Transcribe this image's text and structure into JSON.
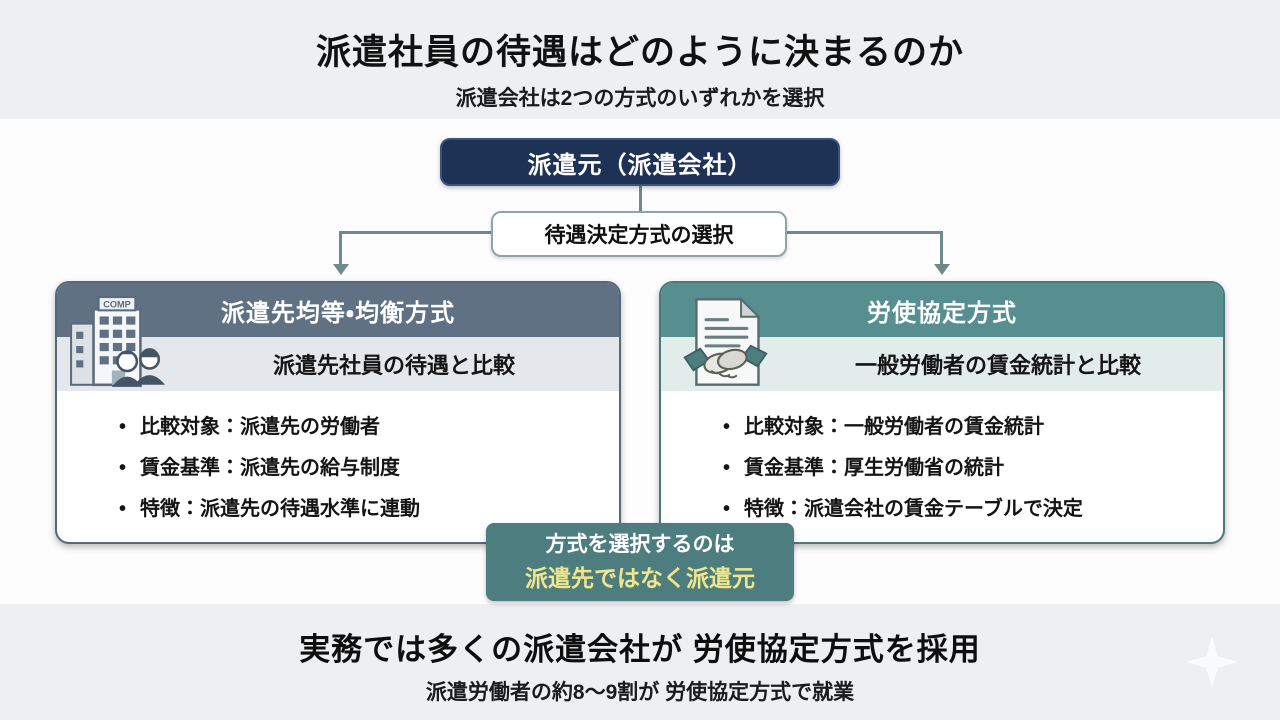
{
  "header": {
    "title": "派遣社員の待遇はどのように決まるのか",
    "subtitle": "派遣会社は2つの方式のいずれかを選択"
  },
  "flow": {
    "source_box": "派遣元（派遣会社）",
    "decision_box": "待遇決定方式の選択"
  },
  "cards": [
    {
      "title": "派遣先均等・均衡方式",
      "subtitle": "派遣先社員の待遇と比較",
      "icon": "company-building-icon",
      "icon_label": "COMP",
      "accent_color": "#5f7183",
      "subband_color": "#e4e7ec",
      "bullets": [
        "比較対象：派遣先の労働者",
        "賃金基準：派遣先の給与制度",
        "特徴：派遣先の待遇水準に連動"
      ]
    },
    {
      "title": "労使協定方式",
      "subtitle": "一般労働者の賃金統計と比較",
      "icon": "agreement-handshake-icon",
      "accent_color": "#578f91",
      "subband_color": "#e2ecea",
      "bullets": [
        "比較対象：一般労働者の賃金統計",
        "賃金基準：厚生労働省の統計",
        "特徴：派遣会社の賃金テーブルで決定"
      ]
    }
  ],
  "note_box": {
    "line1": "方式を選択するのは",
    "line2": "派遣先ではなく派遣元",
    "bg_color": "#4e7d80",
    "highlight_color": "#f0e68c"
  },
  "footer": {
    "headline": "実務では多くの派遣会社が 労使協定方式を採用",
    "subline": "派遣労働者の約8〜9割が 労使協定方式で就業"
  },
  "colors": {
    "source_box_bg": "#1d3254",
    "connector": "#6e8a8c",
    "strip_bg": "#edeff1"
  }
}
